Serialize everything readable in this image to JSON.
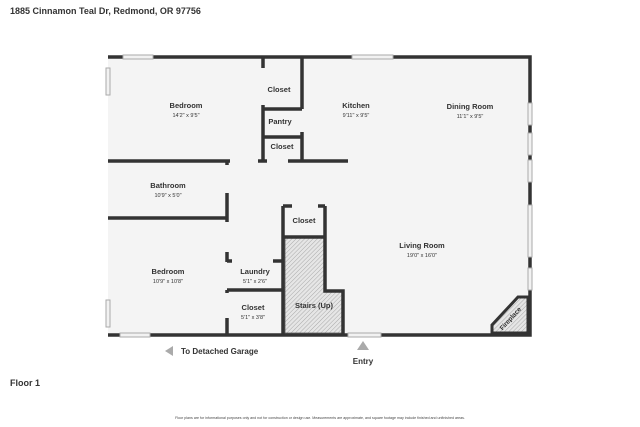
{
  "address": "1885 Cinnamon Teal Dr, Redmond, OR 97756",
  "floor_label": "Floor 1",
  "disclaimer": "Floor plans are for informational purposes only and not for construction or design use. Measurements are approximate, and square footage may include finished and unfinished areas.",
  "rooms": {
    "bedroom1": {
      "name": "Bedroom",
      "dims": "14'2\" x 9'5\""
    },
    "closet1": {
      "name": "Closet"
    },
    "pantry": {
      "name": "Pantry"
    },
    "closet2": {
      "name": "Closet"
    },
    "kitchen": {
      "name": "Kitchen",
      "dims": "9'11\" x 9'5\""
    },
    "dining": {
      "name": "Dining Room",
      "dims": "11'1\" x 9'5\""
    },
    "bathroom": {
      "name": "Bathroom",
      "dims": "10'9\" x 5'0\""
    },
    "closet3": {
      "name": "Closet"
    },
    "living": {
      "name": "Living Room",
      "dims": "19'0\" x 16'0\""
    },
    "bedroom2": {
      "name": "Bedroom",
      "dims": "10'9\" x 10'8\""
    },
    "laundry": {
      "name": "Laundry",
      "dims": "5'1\" x 2'6\""
    },
    "closet4": {
      "name": "Closet",
      "dims": "5'1\" x 3'8\""
    },
    "stairs": {
      "name": "Stairs (Up)"
    },
    "fireplace": {
      "name": "Fireplace"
    }
  },
  "markers": {
    "garage": "To Detached Garage",
    "entry": "Entry"
  },
  "colors": {
    "wall": "#333333",
    "floor": "#f4f4f4",
    "arrow": "#aaaaaa"
  }
}
